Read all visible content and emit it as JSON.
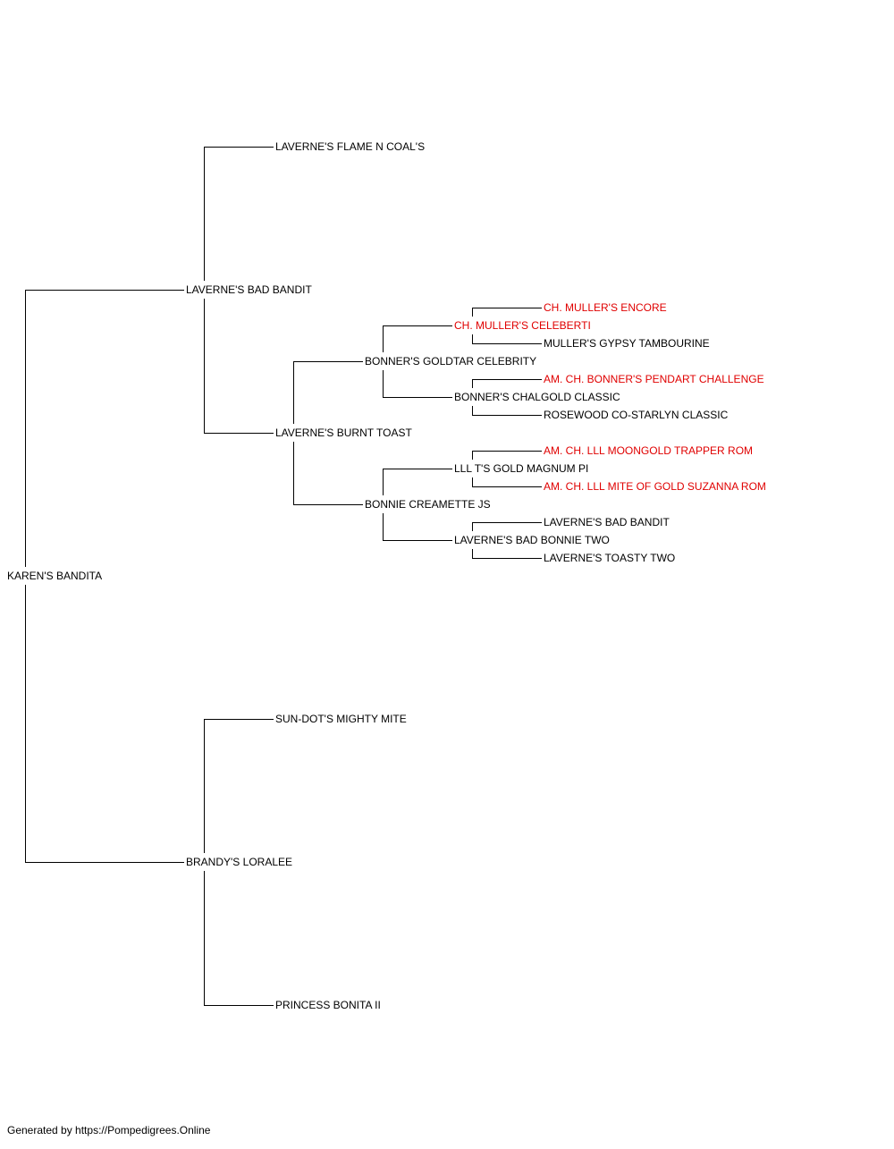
{
  "colors": {
    "normal": "#000000",
    "champion": "#e00000"
  },
  "pedigree": {
    "name": "KAREN'S BANDITA",
    "sire": {
      "name": "LAVERNE'S BAD BANDIT",
      "sire": {
        "name": "LAVERNE'S FLAME N COAL'S"
      },
      "dam": {
        "name": "LAVERNE'S BURNT TOAST",
        "sire": {
          "name": "BONNER'S GOLDTAR CELEBRITY",
          "sire": {
            "name": "CH. MULLER'S CELEBERTI",
            "champion": true,
            "sire": {
              "name": "CH. MULLER'S ENCORE",
              "champion": true
            },
            "dam": {
              "name": "MULLER'S GYPSY TAMBOURINE"
            }
          },
          "dam": {
            "name": "BONNER'S CHALGOLD CLASSIC",
            "sire": {
              "name": "AM. CH. BONNER'S PENDART CHALLENGE",
              "champion": true
            },
            "dam": {
              "name": "ROSEWOOD CO-STARLYN CLASSIC"
            }
          }
        },
        "dam": {
          "name": "BONNIE CREAMETTE JS",
          "sire": {
            "name": "LLL T'S GOLD MAGNUM PI",
            "sire": {
              "name": "AM. CH. LLL MOONGOLD TRAPPER ROM",
              "champion": true
            },
            "dam": {
              "name": "AM. CH. LLL MITE OF GOLD SUZANNA ROM",
              "champion": true
            }
          },
          "dam": {
            "name": "LAVERNE'S BAD BONNIE TWO",
            "sire": {
              "name": "LAVERNE'S BAD BANDIT"
            },
            "dam": {
              "name": "LAVERNE'S TOASTY TWO"
            }
          }
        }
      }
    },
    "dam": {
      "name": "BRANDY'S LORALEE",
      "sire": {
        "name": "SUN-DOT'S MIGHTY MITE"
      },
      "dam": {
        "name": "PRINCESS BONITA II"
      }
    }
  },
  "footer": {
    "text": "Generated by https://Pompedigrees.Online"
  }
}
